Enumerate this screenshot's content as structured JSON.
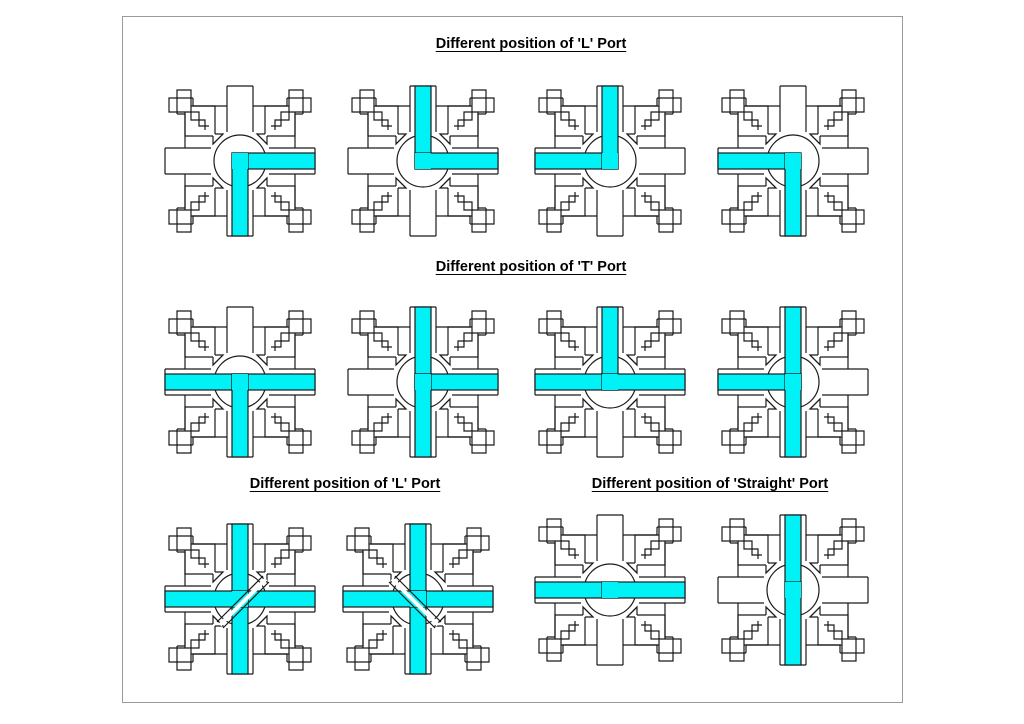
{
  "sections": [
    {
      "title": "Different position of 'L' Port"
    },
    {
      "title": "Different position of 'T' Port"
    },
    {
      "title": "Different position of 'L' Port"
    },
    {
      "title": "Different position of 'Straight' Port"
    }
  ],
  "colors": {
    "port": "#00f2f7",
    "outline": "#1a1a1a",
    "frame": "#9a9a9a"
  },
  "valves": [
    {
      "section": 0,
      "port": "L",
      "arms": [
        "E",
        "S"
      ],
      "cap": "N"
    },
    {
      "section": 0,
      "port": "L",
      "arms": [
        "N",
        "E"
      ],
      "cap": "S"
    },
    {
      "section": 0,
      "port": "L",
      "arms": [
        "W",
        "N"
      ],
      "cap": "S"
    },
    {
      "section": 0,
      "port": "L",
      "arms": [
        "W",
        "S"
      ],
      "cap": "N"
    },
    {
      "section": 1,
      "port": "T",
      "arms": [
        "W",
        "E",
        "S"
      ],
      "cap": "N"
    },
    {
      "section": 1,
      "port": "T",
      "arms": [
        "N",
        "E",
        "S"
      ],
      "cap": "W"
    },
    {
      "section": 1,
      "port": "T",
      "arms": [
        "N",
        "W",
        "E"
      ],
      "cap": "S"
    },
    {
      "section": 1,
      "port": "T",
      "arms": [
        "N",
        "W",
        "S"
      ],
      "cap": "E"
    },
    {
      "section": 2,
      "port": "L",
      "arms": [
        "N",
        "E",
        "S",
        "W"
      ],
      "split": "SW-NE"
    },
    {
      "section": 2,
      "port": "L",
      "arms": [
        "N",
        "E",
        "S",
        "W"
      ],
      "split": "NW-SE"
    },
    {
      "section": 3,
      "port": "Straight",
      "arms": [
        "W",
        "E"
      ],
      "cap": "N,S"
    },
    {
      "section": 3,
      "port": "Straight",
      "arms": [
        "N",
        "S"
      ],
      "cap": "W,E"
    }
  ]
}
